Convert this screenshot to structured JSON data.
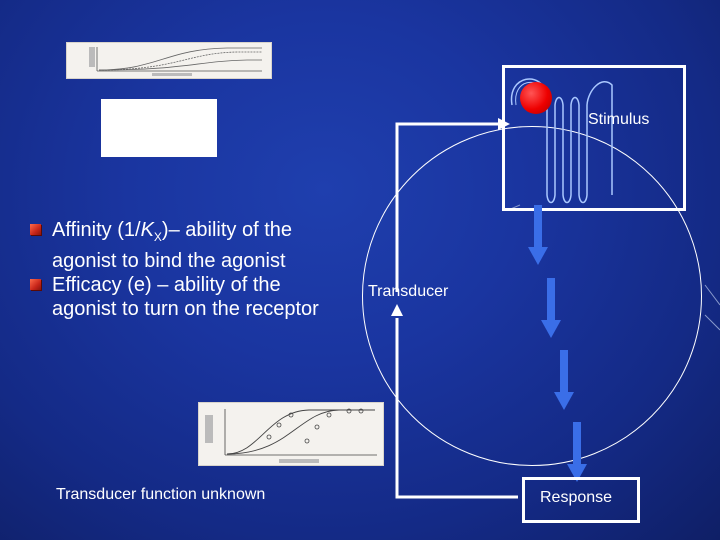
{
  "bullets": [
    {
      "pre": "Affinity (1/",
      "k": "K",
      "sub": "X",
      "post": ")– ability of the agonist to bind the agonist"
    },
    {
      "text": "Efficacy (e) – ability of the agonist to turn on the receptor"
    }
  ],
  "transducer_label": "Transducer",
  "stimulus_label": "Stimulus",
  "response_label": "Response",
  "footer_text": "Transducer function unknown",
  "colors": {
    "background": "#1a35a0",
    "bullet": "#d0301e",
    "ball": "#ff1a1a",
    "arrow": "#3a6ee8",
    "lines": "#ffffff"
  }
}
